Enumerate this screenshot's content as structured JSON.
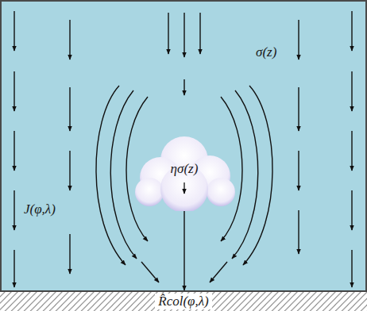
{
  "diagram": {
    "nodes": [
      {
        "text": [
          "ησ(z)"
        ]
      },
      {
        "text": [
          "R̂col(φ,λ)"
        ]
      }
    ],
    "edges": [
      {
        "from": 0,
        "to": 1,
        "arrow": "to"
      }
    ],
    "labels": [
      "σ(z)",
      "J(φ,λ)"
    ]
  }
}
